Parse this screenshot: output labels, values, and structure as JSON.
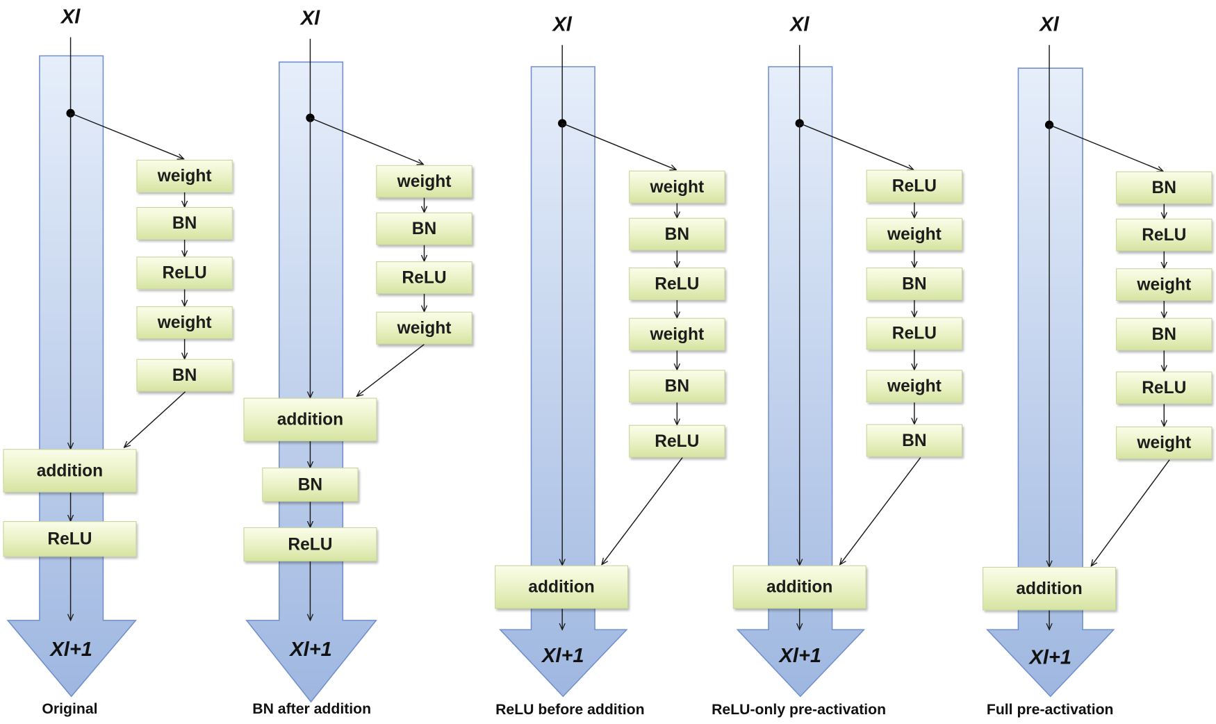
{
  "diagrams": [
    {
      "caption": "Original",
      "input_label": "Xl",
      "output_label": "Xl+1",
      "residual_branch": [
        "weight",
        "BN",
        "ReLU",
        "weight",
        "BN"
      ],
      "addition_label": "addition",
      "post_ops": [
        "ReLU"
      ]
    },
    {
      "caption": "BN after addition",
      "input_label": "Xl",
      "output_label": "Xl+1",
      "residual_branch": [
        "weight",
        "BN",
        "ReLU",
        "weight"
      ],
      "addition_label": "addition",
      "post_ops": [
        "BN",
        "ReLU"
      ]
    },
    {
      "caption": "ReLU before addition",
      "input_label": "Xl",
      "output_label": "Xl+1",
      "residual_branch": [
        "weight",
        "BN",
        "ReLU",
        "weight",
        "BN",
        "ReLU"
      ],
      "addition_label": "addition",
      "post_ops": []
    },
    {
      "caption": "ReLU-only pre-activation",
      "input_label": "Xl",
      "output_label": "Xl+1",
      "residual_branch": [
        "ReLU",
        "weight",
        "BN",
        "ReLU",
        "weight",
        "BN"
      ],
      "addition_label": "addition",
      "post_ops": []
    },
    {
      "caption": "Full pre-activation",
      "input_label": "Xl",
      "output_label": "Xl+1",
      "residual_branch": [
        "BN",
        "ReLU",
        "weight",
        "BN",
        "ReLU",
        "weight"
      ],
      "addition_label": "addition",
      "post_ops": []
    }
  ],
  "colors": {
    "shaft_top": "#e6eefa",
    "shaft_bottom": "#9fb7e0",
    "shaft_border": "#6f8fce",
    "box_fill": "#e9f1c4",
    "line": "#1a1a1a"
  }
}
